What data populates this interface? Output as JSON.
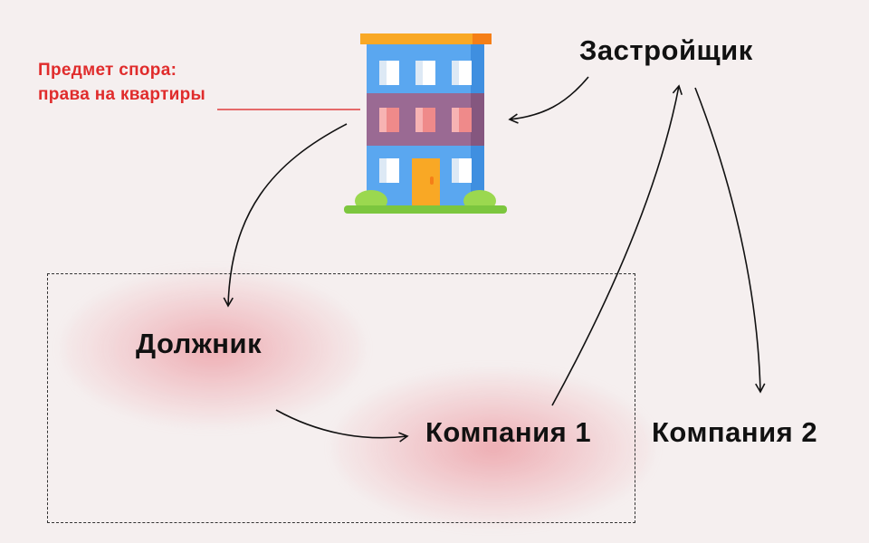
{
  "diagram": {
    "nodes": {
      "developer": "Застройщик",
      "debtor": "Должник",
      "company1": "Компания 1",
      "company2": "Компания 2"
    },
    "subject": {
      "line1": "Предмет спора:",
      "line2": "права на квартиры"
    },
    "building_icon": "apartment-building-icon",
    "colors": {
      "subject_text": "#e02c2c",
      "highlight": "#e87882",
      "building_roof": "#f9a825",
      "building_body": "#5aa7f0",
      "building_band": "#9a6a93",
      "building_door": "#f9a825",
      "grass": "#7cc63e"
    }
  }
}
